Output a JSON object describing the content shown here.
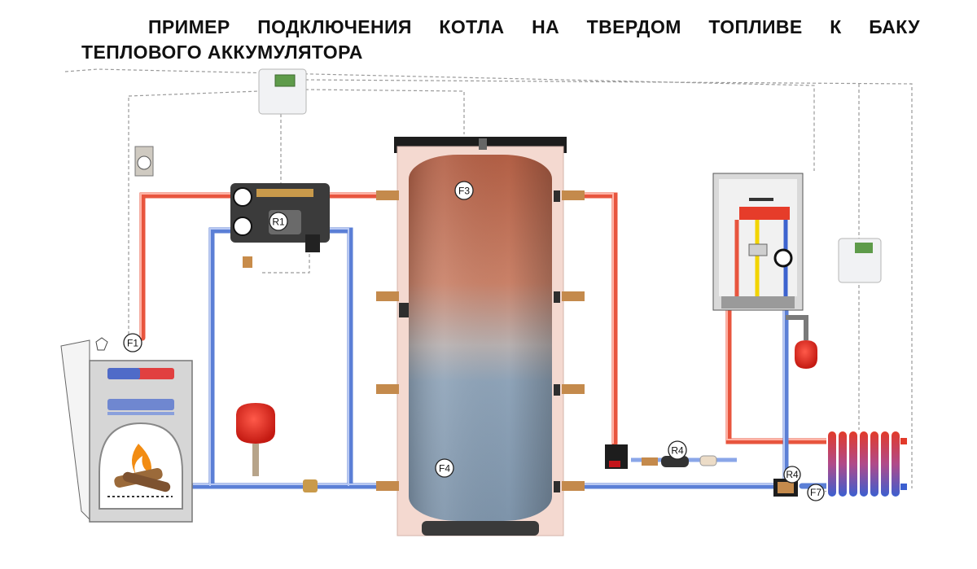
{
  "title": {
    "line1": "ПРИМЕР ПОДКЛЮЧЕНИЯ КОТЛА НА ТВЕРДОМ ТОПЛИВЕ К БАКУ",
    "line2": "ТЕПЛОВОГО АККУМУЛЯТОРА"
  },
  "labels": {
    "f1": "F1",
    "f3": "F3",
    "f4": "F4",
    "f7": "F7",
    "r1": "R1",
    "r4_pump": "R4",
    "r4_valve": "R4"
  },
  "colors": {
    "hot_pipe": "#e8553e",
    "cold_pipe": "#5b7fd6",
    "tank_hot": "#c06a4e",
    "tank_cold": "#7f98b0",
    "tank_shell": "#f4d9d0",
    "control_wire": "#9a9a9a",
    "gas_line": "#f2d400",
    "expansion_tank": "#e2231a"
  },
  "icons": {
    "boiler": "solid-fuel-boiler-icon",
    "controller": "controller-icon",
    "wall_boiler": "wall-gas-boiler-icon",
    "radiator": "radiator-icon"
  }
}
